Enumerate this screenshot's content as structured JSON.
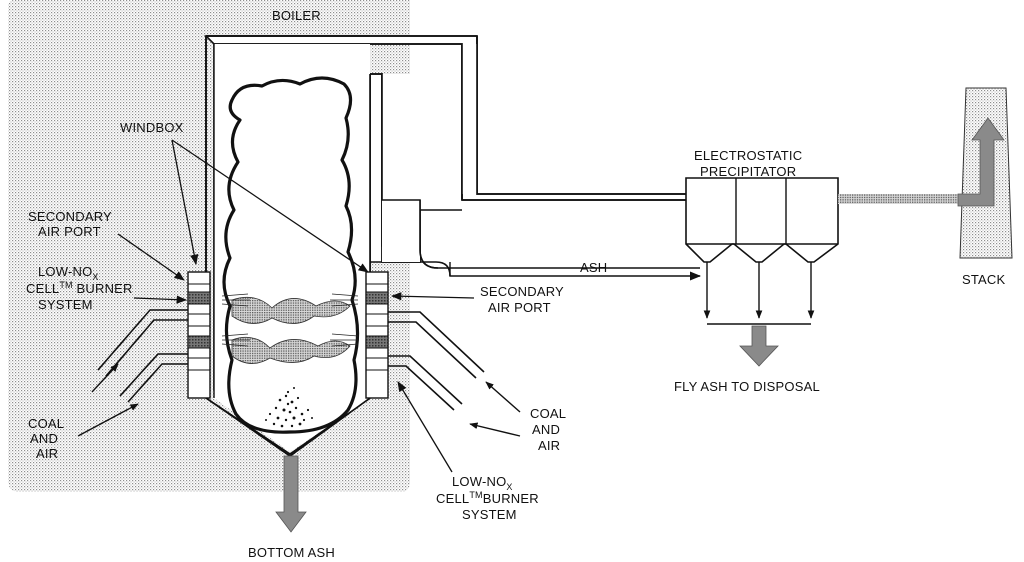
{
  "labels": {
    "boiler": "BOILER",
    "windbox": "WINDBOX",
    "secondary_air_port_left": [
      "SECONDARY",
      "AIR PORT"
    ],
    "low_nox_left": {
      "line1_prefix": "LOW-NO",
      "line1_sub": "X",
      "line2_prefix": "CELL",
      "line2_sup": "TM",
      "line2_suffix": " BURNER",
      "line3": "SYSTEM"
    },
    "coal_and_air_left": [
      "COAL",
      "AND",
      "AIR"
    ],
    "secondary_air_port_right": [
      "SECONDARY",
      "AIR PORT"
    ],
    "coal_and_air_right": [
      "COAL",
      "AND",
      "AIR"
    ],
    "low_nox_right": {
      "line1_prefix": "LOW-NO",
      "line1_sub": "X",
      "line2_prefix": "CELL",
      "line2_sup": "TM",
      "line2_suffix": "BURNER",
      "line3": "SYSTEM"
    },
    "bottom_ash": "BOTTOM ASH",
    "ash": "ASH",
    "esp": [
      "ELECTROSTATIC",
      "PRECIPITATOR"
    ],
    "fly_ash": "FLY ASH TO DISPOSAL",
    "stack": "STACK"
  },
  "colors": {
    "ink": "#111111",
    "stipple": "#9a9a9a",
    "fill": "#ffffff"
  }
}
